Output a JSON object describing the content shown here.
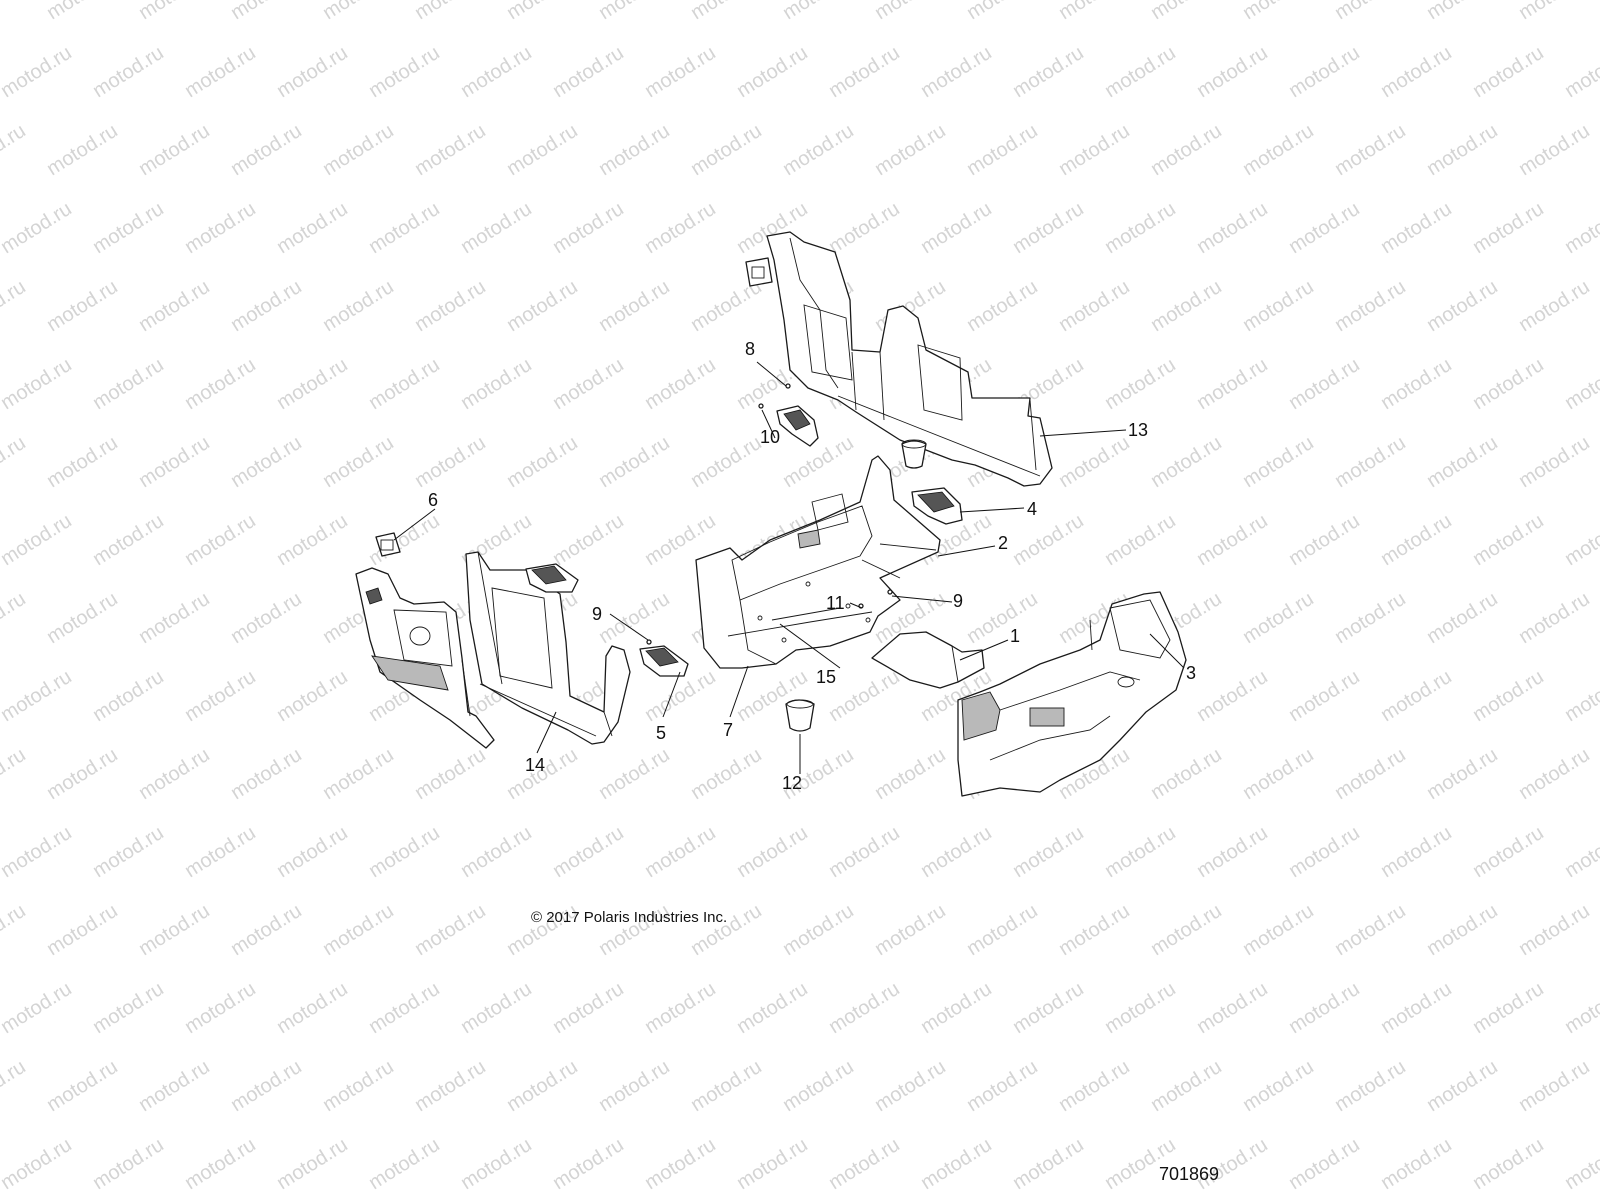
{
  "watermark": "motod.ru",
  "copyright": "© 2017 Polaris Industries Inc.",
  "diagram_number": "701869",
  "callouts": [
    {
      "id": "c1",
      "label": "1"
    },
    {
      "id": "c2",
      "label": "2"
    },
    {
      "id": "c3",
      "label": "3"
    },
    {
      "id": "c4",
      "label": "4"
    },
    {
      "id": "c5",
      "label": "5"
    },
    {
      "id": "c6",
      "label": "6"
    },
    {
      "id": "c7",
      "label": "7"
    },
    {
      "id": "c8",
      "label": "8"
    },
    {
      "id": "c9a",
      "label": "9"
    },
    {
      "id": "c9b",
      "label": "9"
    },
    {
      "id": "c10",
      "label": "10"
    },
    {
      "id": "c11",
      "label": "11"
    },
    {
      "id": "c12",
      "label": "12"
    },
    {
      "id": "c13",
      "label": "13"
    },
    {
      "id": "c14",
      "label": "14"
    },
    {
      "id": "c15",
      "label": "15"
    }
  ]
}
